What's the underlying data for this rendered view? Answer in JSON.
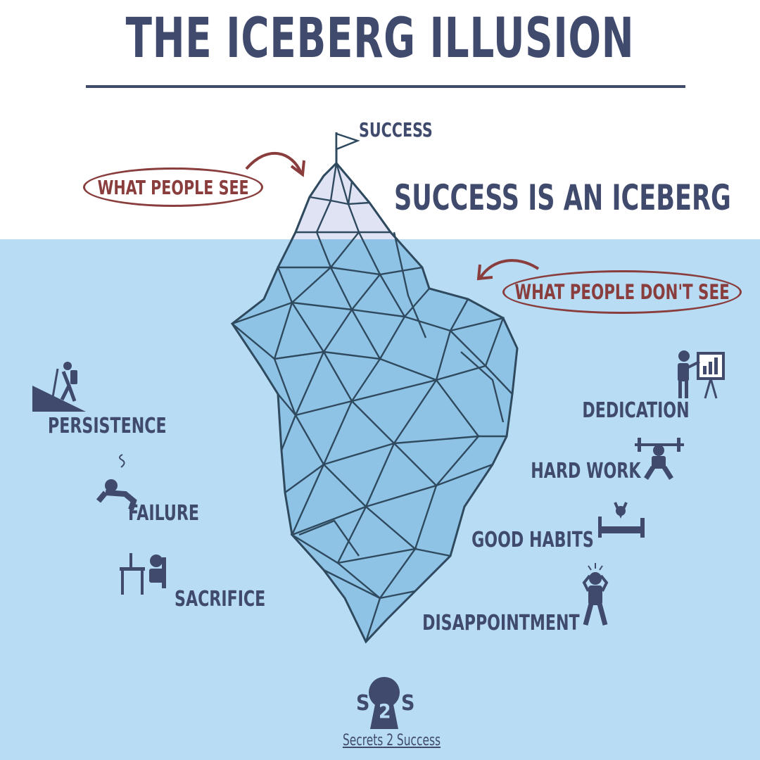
{
  "title": "THE ICEBERG ILLUSION",
  "subtitle": "SUCCESS IS AN ICEBERG",
  "peak_label": "SUCCESS",
  "visible_label": "WHAT PEOPLE SEE",
  "hidden_label": "WHAT PEOPLE DON'T SEE",
  "left_traits": [
    "PERSISTENCE",
    "FAILURE",
    "SACRIFICE"
  ],
  "right_traits": [
    "DEDICATION",
    "HARD WORK",
    "GOOD HABITS",
    "DISAPPOINTMENT"
  ],
  "logo": {
    "left": "S",
    "middle": "2",
    "right": "S",
    "caption": "Secrets 2 Success"
  },
  "colors": {
    "ink": "#3f4a6d",
    "water": "#b8dcf3",
    "ice": "#8fc3e6",
    "accent": "#8a3d3d"
  }
}
